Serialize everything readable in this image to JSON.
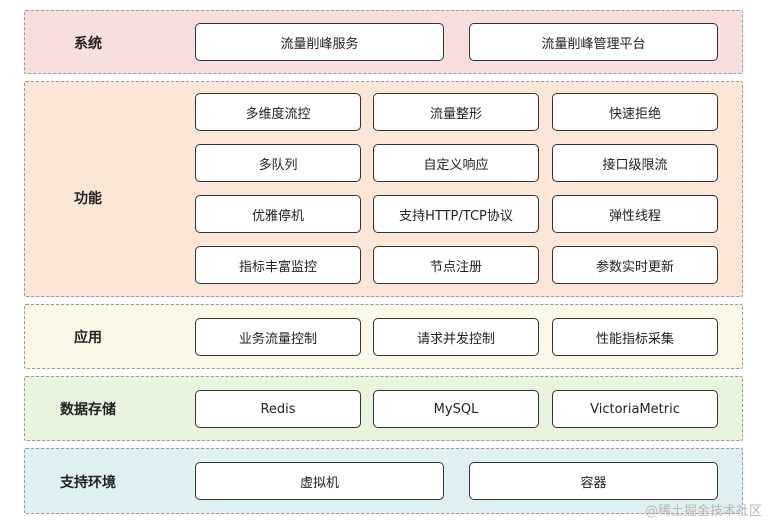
{
  "layers": [
    {
      "key": "system",
      "label": "系统",
      "bg": "#f9dede",
      "items": [
        "流量削峰服务",
        "流量削峰管理平台"
      ]
    },
    {
      "key": "function",
      "label": "功能",
      "bg": "#fbe6d8",
      "items": [
        "多维度流控",
        "流量整形",
        "快速拒绝",
        "多队列",
        "自定义响应",
        "接口级限流",
        "优雅停机",
        "支持HTTP/TCP协议",
        "弹性线程",
        "指标丰富监控",
        "节点注册",
        "参数实时更新"
      ]
    },
    {
      "key": "application",
      "label": "应用",
      "bg": "#fbf8e8",
      "items": [
        "业务流量控制",
        "请求并发控制",
        "性能指标采集"
      ]
    },
    {
      "key": "storage",
      "label": "数据存储",
      "bg": "#e8f4dd",
      "items": [
        "Redis",
        "MySQL",
        "VictoriaMetric"
      ]
    },
    {
      "key": "env",
      "label": "支持环境",
      "bg": "#dff0f3",
      "items": [
        "虚拟机",
        "容器"
      ]
    }
  ],
  "watermark": "@稀土掘金技术社区"
}
